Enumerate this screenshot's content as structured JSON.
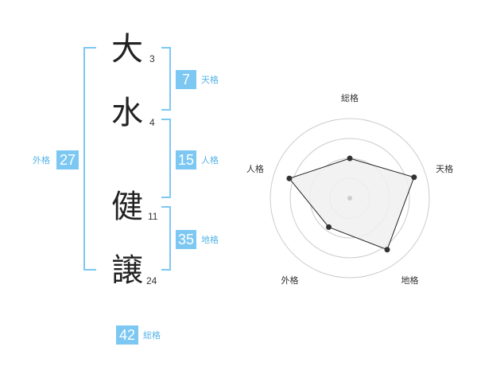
{
  "name": {
    "chars": [
      {
        "char": "大",
        "strokes": "3"
      },
      {
        "char": "水",
        "strokes": "4"
      },
      {
        "char": "健",
        "strokes": "11"
      },
      {
        "char": "譲",
        "strokes": "24"
      }
    ]
  },
  "fortunes": {
    "tenkaku": {
      "value": "7",
      "label": "天格"
    },
    "jinkaku": {
      "value": "15",
      "label": "人格"
    },
    "chikaku": {
      "value": "35",
      "label": "地格"
    },
    "gaikaku": {
      "value": "27",
      "label": "外格"
    },
    "soukaku": {
      "value": "42",
      "label": "総格"
    }
  },
  "chart_data": {
    "type": "radar",
    "axes": [
      "総格",
      "天格",
      "地格",
      "外格",
      "人格"
    ],
    "values": [
      0.5,
      0.85,
      0.8,
      0.45,
      0.8
    ],
    "rings": 4,
    "fill_color": "#f0f0f0",
    "line_color": "#222222",
    "grid_color": "#cccccc"
  },
  "colors": {
    "accent": "#7cc8f2",
    "accent_text": "#56b4e6"
  }
}
